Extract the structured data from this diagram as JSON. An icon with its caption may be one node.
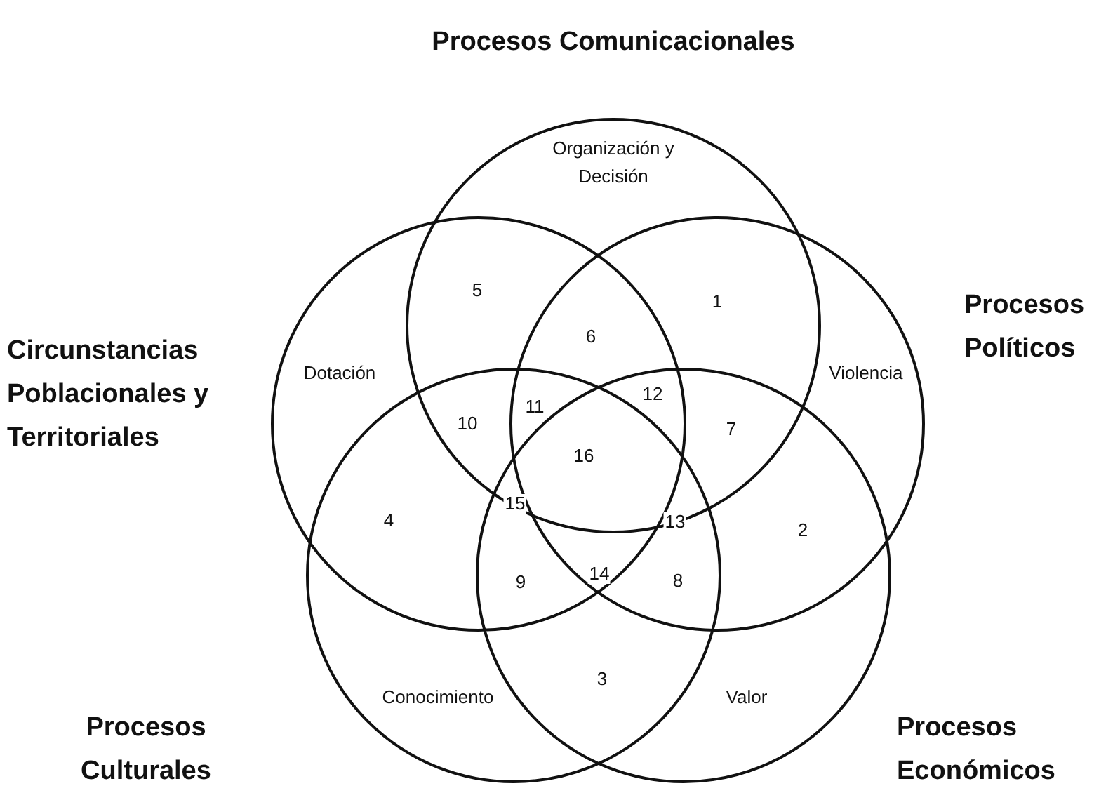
{
  "diagram": {
    "nodes": [
      {
        "text": [
          "Procesos Comunicacionales",
          "Organización y Decisión"
        ]
      },
      {
        "text": [
          "Circunstancias Poblacionales y Territoriales",
          "Dotación"
        ]
      },
      {
        "text": [
          "Procesos Políticos",
          "Violencia"
        ]
      },
      {
        "text": [
          "Procesos Culturales",
          "Conocimiento"
        ]
      },
      {
        "text": [
          "Procesos Económicos",
          "Valor"
        ]
      }
    ],
    "labels": [
      "5",
      "1",
      "6",
      "12",
      "11",
      "10",
      "7",
      "16",
      "15",
      "4",
      "13",
      "2",
      "14",
      "9",
      "8",
      "3"
    ]
  }
}
